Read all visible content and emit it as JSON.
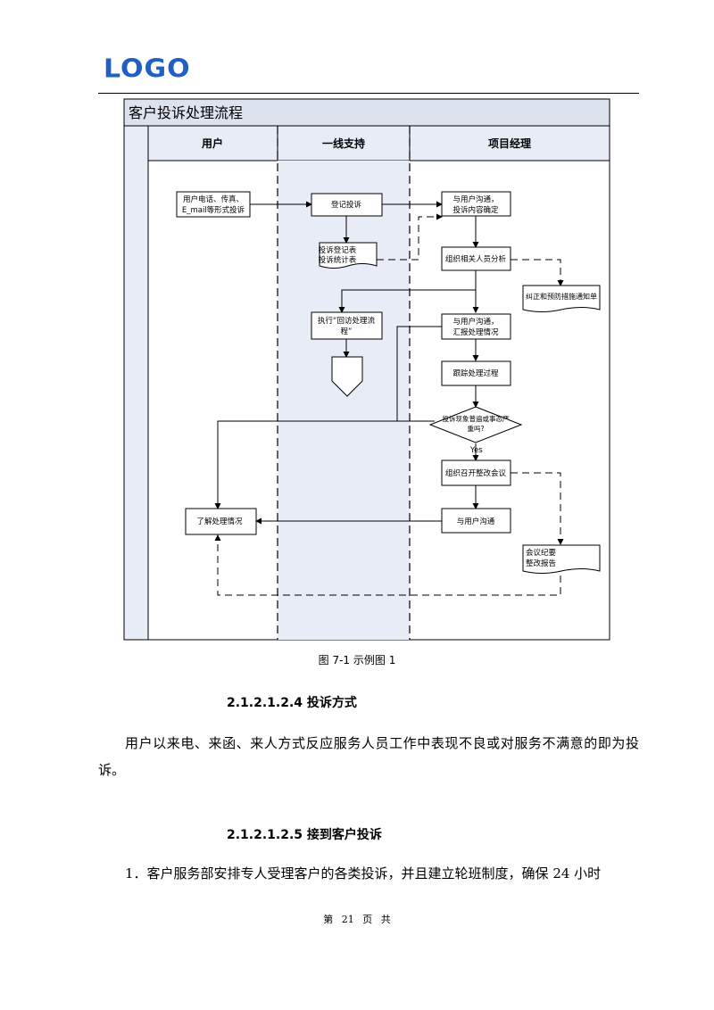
{
  "header": {
    "logo": "LOGO"
  },
  "flowchart": {
    "title": "客户投诉处理流程",
    "lanes": [
      "用户",
      "一线支持",
      "项目经理"
    ],
    "nodes": {
      "complaint_channels": [
        "用户电话、传真、",
        "E_mail等形式投诉"
      ],
      "register": "登记投诉",
      "forms": [
        "投诉登记表",
        "投诉统计表"
      ],
      "callback": [
        "执行“回访处理流",
        "程”"
      ],
      "confirm": [
        "与用户沟通，",
        "投诉内容确定"
      ],
      "analysis": "组织相关人员分析",
      "notice": "纠正和预防措施通知单",
      "report": [
        "与用户沟通，",
        "汇报处理情况"
      ],
      "track": "跟踪处理过程",
      "decision": [
        "投诉现象普遍或事态严",
        "重吗?"
      ],
      "yes_label": "Yes",
      "meeting": "组织召开整改会议",
      "communicate": "与用户沟通",
      "understand": "了解处理情况",
      "minutes": [
        "会议纪要",
        "整改报告"
      ]
    }
  },
  "caption": "图 7-1 示例图 1",
  "section1": {
    "heading": "2.1.2.1.2.4  投诉方式",
    "text": "用户以来电、来函、来人方式反应服务人员工作中表现不良或对服务不满意的即为投诉。"
  },
  "section2": {
    "heading": "2.1.2.1.2.5  接到客户投诉",
    "text": "1．客户服务部安排专人受理客户的各类投诉，并且建立轮班制度，确保 24 小时"
  },
  "footer": {
    "page": "第 21 页 共"
  },
  "colors": {
    "logo": "#1f5fc6",
    "title_bar": "#dde2ef",
    "lane_highlight": "#e8ecf6"
  }
}
